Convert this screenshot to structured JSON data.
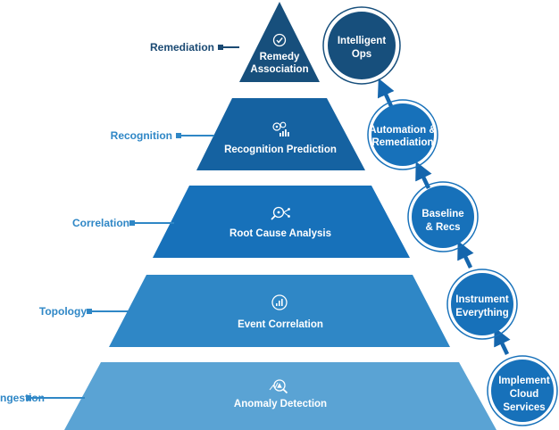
{
  "colors": {
    "tier_remediation": "#174f7c",
    "tier_recognition": "#1562a1",
    "tier_correlation": "#1771ba",
    "tier_topology": "#2f87c6",
    "tier_ingestion": "#5aa3d4",
    "label_dark": "#1b4a73",
    "label_light": "#2f87c6",
    "circle_dark": "#174f7c",
    "circle_mid": "#1771ba",
    "arrow": "#1566ad"
  },
  "pyramid": {
    "tiers": [
      {
        "side_label": "Remediation",
        "title_line1": "Remedy",
        "title_line2": "Association",
        "icon": "check-circle-icon"
      },
      {
        "side_label": "Recognition",
        "title_line1": "Recognition Prediction",
        "title_line2": "",
        "icon": "gears-chart-icon"
      },
      {
        "side_label": "Correlation",
        "title_line1": "Root Cause Analysis",
        "title_line2": "",
        "icon": "magnifier-network-icon"
      },
      {
        "side_label": "Topology",
        "title_line1": "Event Correlation",
        "title_line2": "",
        "icon": "chart-box-icon"
      },
      {
        "side_label": "Ingestion",
        "title_line1": "Anomaly Detection",
        "title_line2": "",
        "icon": "magnifier-alert-icon"
      }
    ]
  },
  "journey": {
    "steps": [
      {
        "line1": "Intelligent",
        "line2": "Ops",
        "line3": ""
      },
      {
        "line1": "Automation &",
        "line2": "Remediation",
        "line3": ""
      },
      {
        "line1": "Baseline",
        "line2": "& Recs",
        "line3": ""
      },
      {
        "line1": "Instrument",
        "line2": "Everything",
        "line3": ""
      },
      {
        "line1": "Implement",
        "line2": "Cloud",
        "line3": "Services"
      }
    ]
  }
}
